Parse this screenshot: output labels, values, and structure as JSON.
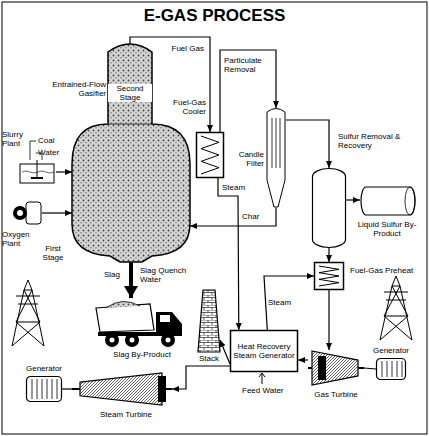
{
  "diagram": {
    "title": "E-GAS PROCESS",
    "nodes": [
      {
        "text": [
          "Slurry Plant"
        ]
      },
      {
        "text": [
          "Entrained-Flow Gasifier"
        ]
      },
      {
        "text": [
          "Oxygen Plant"
        ]
      },
      {
        "text": [
          "Fuel-Gas Cooler"
        ]
      },
      {
        "text": [
          "Candle Filter"
        ]
      },
      {
        "text": [
          "Sulfur Removal & Recovery"
        ]
      },
      {
        "text": [
          "Liquid Sulfur By-Product"
        ]
      },
      {
        "text": [
          "Fuel-Gas Preheat"
        ]
      },
      {
        "text": [
          "Slag By-Product"
        ]
      },
      {
        "text": [
          "Stack"
        ]
      },
      {
        "text": [
          "Heat Recovery Steam Generator"
        ]
      },
      {
        "text": [
          "Steam Turbine"
        ]
      },
      {
        "text": [
          "Generator"
        ]
      },
      {
        "text": [
          "Gas Turbine"
        ]
      },
      {
        "text": [
          "Generator"
        ]
      }
    ],
    "edges": [
      {
        "from": 0,
        "to": 1,
        "arrow": "to"
      },
      {
        "from": 2,
        "to": 1,
        "arrow": "to"
      },
      {
        "from": 1,
        "to": 3,
        "arrow": "to"
      },
      {
        "from": 3,
        "to": 4,
        "arrow": "to"
      },
      {
        "from": 4,
        "to": 1,
        "arrow": "to"
      },
      {
        "from": 4,
        "to": 5,
        "arrow": "to"
      },
      {
        "from": 5,
        "to": 6,
        "arrow": "to"
      },
      {
        "from": 5,
        "to": 7,
        "arrow": "to"
      },
      {
        "from": 7,
        "to": 13,
        "arrow": "to"
      },
      {
        "from": 13,
        "to": 10,
        "arrow": "to"
      },
      {
        "from": 10,
        "to": 9,
        "arrow": "to"
      },
      {
        "from": 10,
        "to": 11,
        "arrow": "to"
      },
      {
        "from": 3,
        "to": 10,
        "arrow": "to"
      },
      {
        "from": 10,
        "to": 7,
        "arrow": "to"
      },
      {
        "from": 1,
        "to": 8,
        "arrow": "to"
      },
      {
        "from": 11,
        "to": 12,
        "arrow": "none"
      },
      {
        "from": 13,
        "to": 14,
        "arrow": "none"
      }
    ],
    "labels": [
      "Coal",
      "Water",
      "Second Stage",
      "Fuel Gas",
      "Particulate Removal",
      "First Stage",
      "Slag",
      "Slag Quench Water",
      "Char",
      "Steam",
      "Steam",
      "Feed Water"
    ]
  }
}
